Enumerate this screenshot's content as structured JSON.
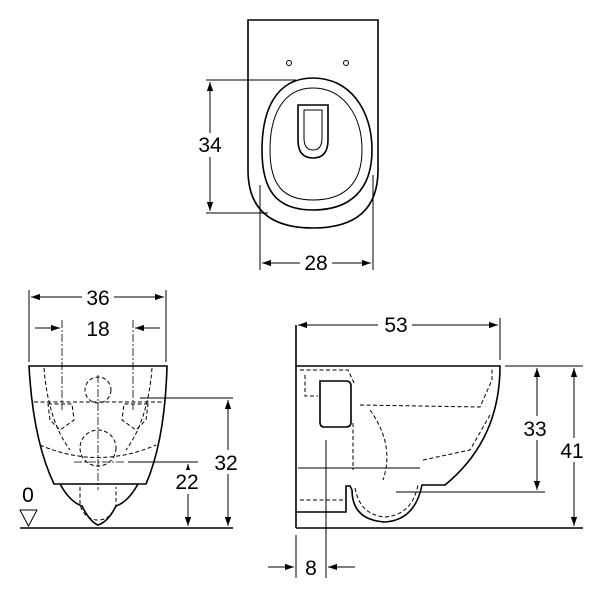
{
  "top_view": {
    "seat_length": "34",
    "width": "28"
  },
  "front_view": {
    "total_width": "36",
    "fixing_distance": "18",
    "fixing_height": "32",
    "outlet_height": "22",
    "floor_level": "0"
  },
  "side_view": {
    "projection": "53",
    "bowl_height": "33",
    "total_height": "41",
    "wall_offset": "8"
  }
}
